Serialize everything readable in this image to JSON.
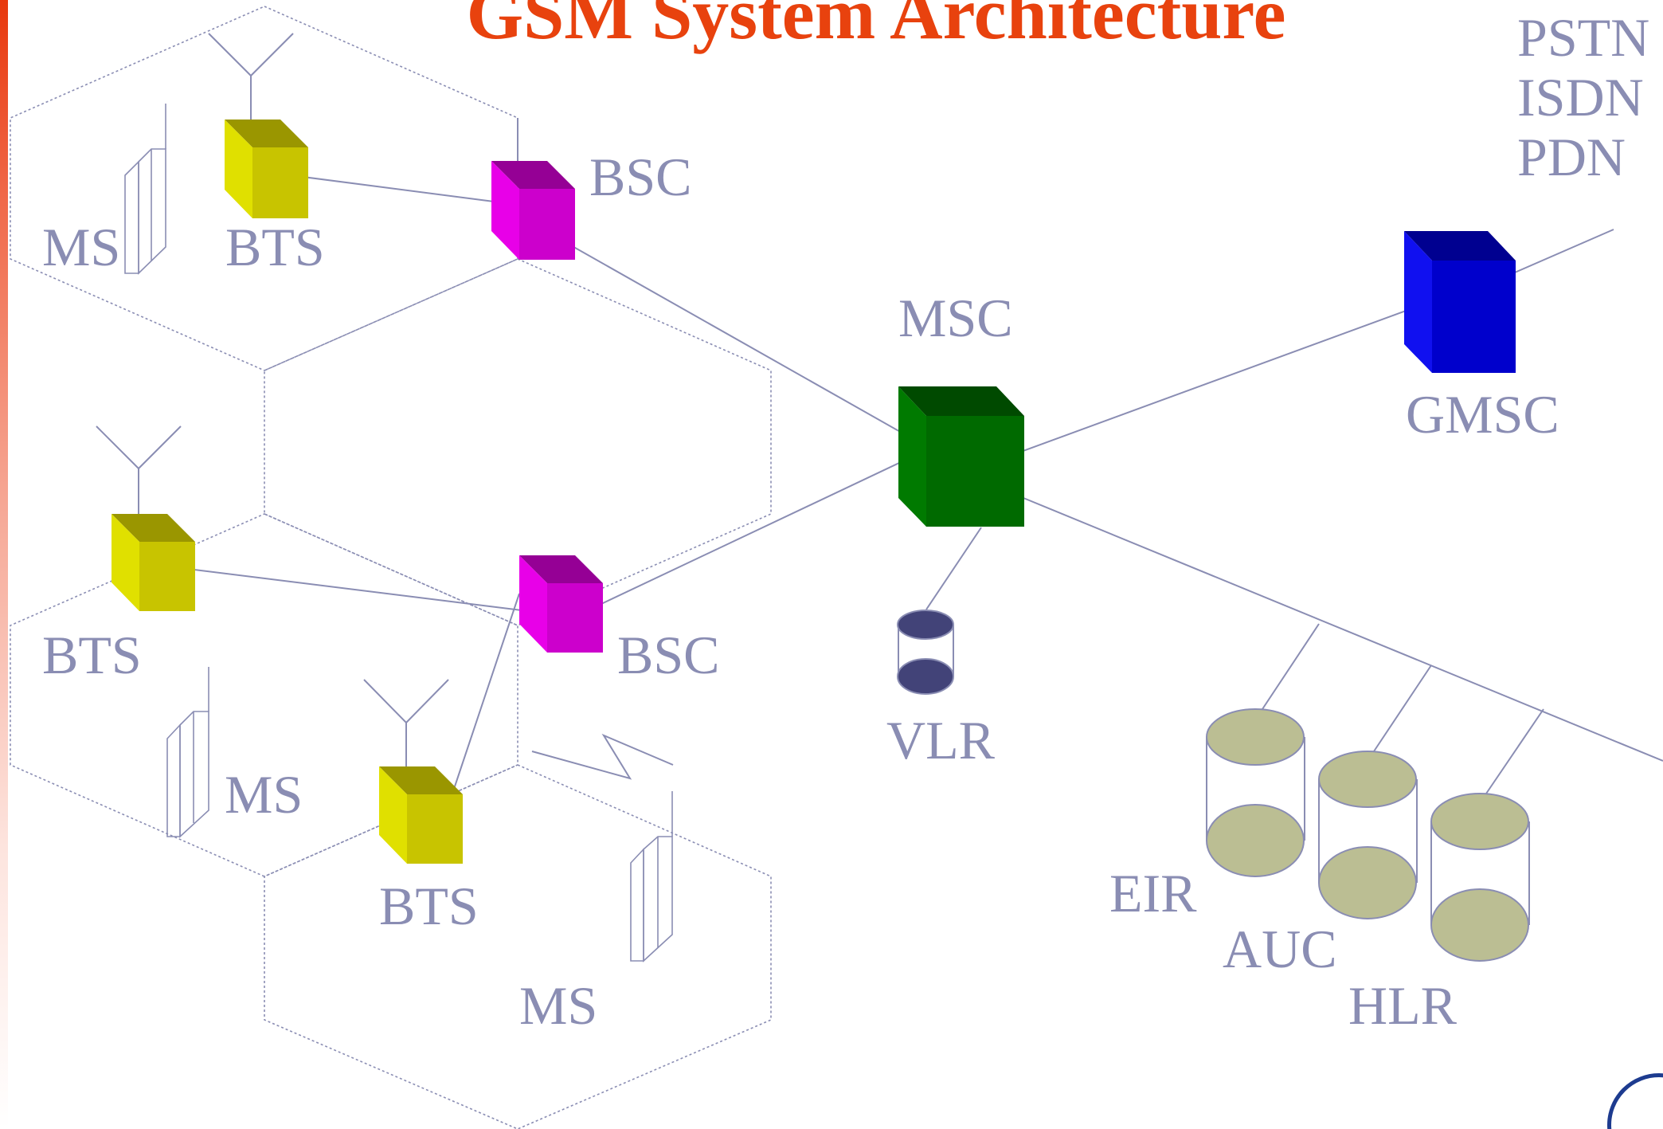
{
  "title": "GSM System Architecture",
  "labels": {
    "ms_top": "MS",
    "bts_top": "BTS",
    "bsc_top": "BSC",
    "msc": "MSC",
    "gmsc": "GMSC",
    "network_pstn": "PSTN",
    "network_isdn": "ISDN",
    "network_pdn": "PDN",
    "bts_mid": "BTS",
    "bsc_mid": "BSC",
    "vlr": "VLR",
    "ms_mid": "MS",
    "bts_bottom": "BTS",
    "ms_bottom": "MS",
    "eir": "EIR",
    "auc": "AUC",
    "hlr": "HLR"
  },
  "colors": {
    "title": "#e8420e",
    "label": "#8a8db3",
    "bts": "#c8c400",
    "bsc": "#cc00cc",
    "msc": "#006a00",
    "gmsc": "#0000cc",
    "vlr": "#424378",
    "database": "#bbbe93"
  }
}
